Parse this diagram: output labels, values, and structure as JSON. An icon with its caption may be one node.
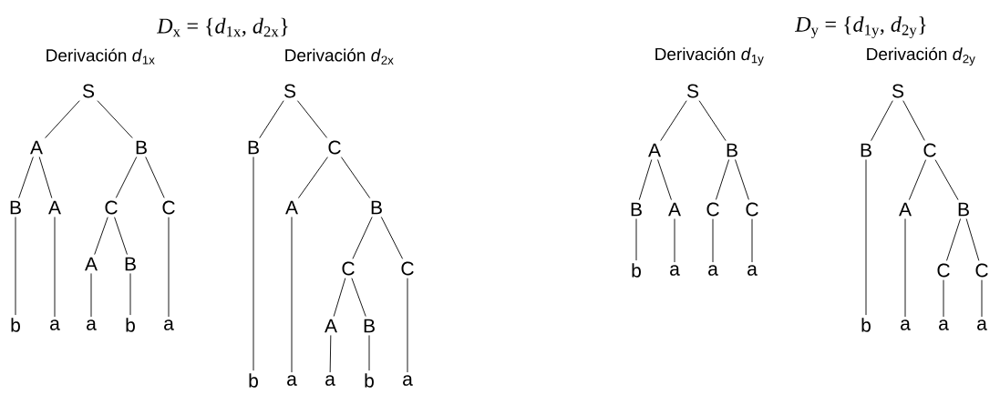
{
  "diagram": {
    "nodes": [
      {
        "text": [
          "S"
        ]
      },
      {
        "text": [
          "A"
        ]
      },
      {
        "text": [
          "B"
        ]
      },
      {
        "text": [
          "B"
        ]
      },
      {
        "text": [
          "A"
        ]
      },
      {
        "text": [
          "C"
        ]
      },
      {
        "text": [
          "C"
        ]
      },
      {
        "text": [
          "A"
        ]
      },
      {
        "text": [
          "B"
        ]
      },
      {
        "text": [
          "b"
        ]
      },
      {
        "text": [
          "a"
        ]
      },
      {
        "text": [
          "a"
        ]
      },
      {
        "text": [
          "b"
        ]
      },
      {
        "text": [
          "a"
        ]
      },
      {
        "text": [
          "S"
        ]
      },
      {
        "text": [
          "B"
        ]
      },
      {
        "text": [
          "C"
        ]
      },
      {
        "text": [
          "A"
        ]
      },
      {
        "text": [
          "B"
        ]
      },
      {
        "text": [
          "C"
        ]
      },
      {
        "text": [
          "C"
        ]
      },
      {
        "text": [
          "A"
        ]
      },
      {
        "text": [
          "B"
        ]
      },
      {
        "text": [
          "b"
        ]
      },
      {
        "text": [
          "a"
        ]
      },
      {
        "text": [
          "a"
        ]
      },
      {
        "text": [
          "b"
        ]
      },
      {
        "text": [
          "a"
        ]
      },
      {
        "text": [
          "S"
        ]
      },
      {
        "text": [
          "A"
        ]
      },
      {
        "text": [
          "B"
        ]
      },
      {
        "text": [
          "B"
        ]
      },
      {
        "text": [
          "A"
        ]
      },
      {
        "text": [
          "C"
        ]
      },
      {
        "text": [
          "C"
        ]
      },
      {
        "text": [
          "b"
        ]
      },
      {
        "text": [
          "a"
        ]
      },
      {
        "text": [
          "a"
        ]
      },
      {
        "text": [
          "a"
        ]
      },
      {
        "text": [
          "S"
        ]
      },
      {
        "text": [
          "B"
        ]
      },
      {
        "text": [
          "C"
        ]
      },
      {
        "text": [
          "A"
        ]
      },
      {
        "text": [
          "B"
        ]
      },
      {
        "text": [
          "C"
        ]
      },
      {
        "text": [
          "C"
        ]
      },
      {
        "text": [
          "b"
        ]
      },
      {
        "text": [
          "a"
        ]
      },
      {
        "text": [
          "a"
        ]
      },
      {
        "text": [
          "a"
        ]
      }
    ],
    "edges": [
      {
        "from": 0,
        "to": 1,
        "arrow": "none"
      },
      {
        "from": 0,
        "to": 2,
        "arrow": "none"
      },
      {
        "from": 1,
        "to": 3,
        "arrow": "none"
      },
      {
        "from": 1,
        "to": 4,
        "arrow": "none"
      },
      {
        "from": 2,
        "to": 5,
        "arrow": "none"
      },
      {
        "from": 2,
        "to": 6,
        "arrow": "none"
      },
      {
        "from": 3,
        "to": 9,
        "arrow": "none"
      },
      {
        "from": 4,
        "to": 10,
        "arrow": "none"
      },
      {
        "from": 5,
        "to": 7,
        "arrow": "none"
      },
      {
        "from": 5,
        "to": 8,
        "arrow": "none"
      },
      {
        "from": 6,
        "to": 13,
        "arrow": "none"
      },
      {
        "from": 7,
        "to": 11,
        "arrow": "none"
      },
      {
        "from": 8,
        "to": 12,
        "arrow": "none"
      },
      {
        "from": 14,
        "to": 15,
        "arrow": "none"
      },
      {
        "from": 14,
        "to": 16,
        "arrow": "none"
      },
      {
        "from": 15,
        "to": 23,
        "arrow": "none"
      },
      {
        "from": 16,
        "to": 17,
        "arrow": "none"
      },
      {
        "from": 16,
        "to": 18,
        "arrow": "none"
      },
      {
        "from": 17,
        "to": 24,
        "arrow": "none"
      },
      {
        "from": 18,
        "to": 19,
        "arrow": "none"
      },
      {
        "from": 18,
        "to": 20,
        "arrow": "none"
      },
      {
        "from": 19,
        "to": 21,
        "arrow": "none"
      },
      {
        "from": 19,
        "to": 22,
        "arrow": "none"
      },
      {
        "from": 20,
        "to": 27,
        "arrow": "none"
      },
      {
        "from": 21,
        "to": 25,
        "arrow": "none"
      },
      {
        "from": 22,
        "to": 26,
        "arrow": "none"
      },
      {
        "from": 28,
        "to": 29,
        "arrow": "none"
      },
      {
        "from": 28,
        "to": 30,
        "arrow": "none"
      },
      {
        "from": 29,
        "to": 31,
        "arrow": "none"
      },
      {
        "from": 29,
        "to": 32,
        "arrow": "none"
      },
      {
        "from": 30,
        "to": 33,
        "arrow": "none"
      },
      {
        "from": 30,
        "to": 34,
        "arrow": "none"
      },
      {
        "from": 31,
        "to": 35,
        "arrow": "none"
      },
      {
        "from": 32,
        "to": 36,
        "arrow": "none"
      },
      {
        "from": 33,
        "to": 37,
        "arrow": "none"
      },
      {
        "from": 34,
        "to": 38,
        "arrow": "none"
      },
      {
        "from": 39,
        "to": 40,
        "arrow": "none"
      },
      {
        "from": 39,
        "to": 41,
        "arrow": "none"
      },
      {
        "from": 40,
        "to": 46,
        "arrow": "none"
      },
      {
        "from": 41,
        "to": 42,
        "arrow": "none"
      },
      {
        "from": 41,
        "to": 43,
        "arrow": "none"
      },
      {
        "from": 42,
        "to": 47,
        "arrow": "none"
      },
      {
        "from": 43,
        "to": 44,
        "arrow": "none"
      },
      {
        "from": 43,
        "to": 45,
        "arrow": "none"
      },
      {
        "from": 44,
        "to": 48,
        "arrow": "none"
      },
      {
        "from": 45,
        "to": 49,
        "arrow": "none"
      }
    ],
    "labels": [
      "*D*$_{x}$ = {*d*$_{1x}$, *d*$_{2x}$}",
      "*D*$_{y}$ = {*d*$_{1y}$, *d*$_{2y}$}",
      "Derivación *d*$_{1x}$",
      "Derivación *d*$_{2x}$",
      "Derivación *d*$_{1y}$",
      "Derivación *d*$_{2y}$"
    ]
  }
}
